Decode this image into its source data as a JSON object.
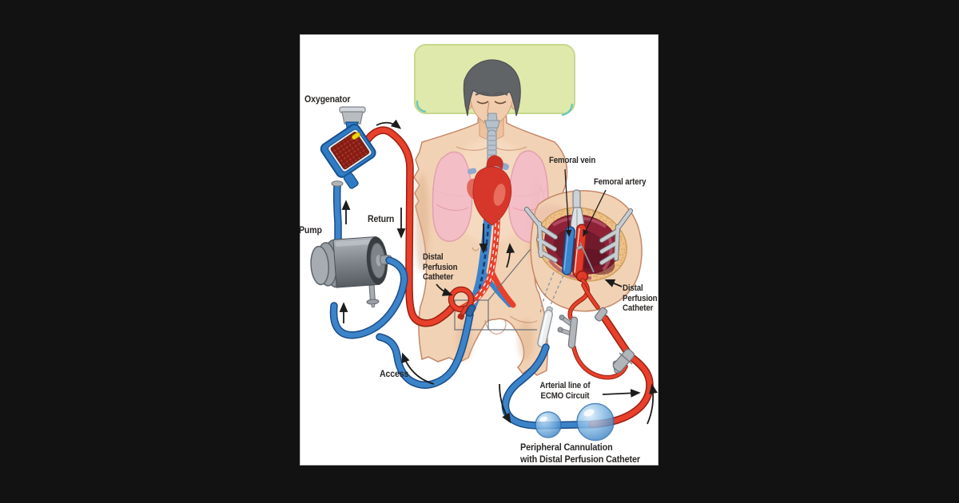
{
  "labels": {
    "oxygenator": "Oxygenator",
    "pump": "Pump",
    "return_line": "Return",
    "access_line": "Access",
    "distal_perfusion_catheter_groin": "Distal\nPerfusion\nCatheter",
    "femoral_vein": "Femoral vein",
    "femoral_artery": "Femoral artery",
    "distal_perfusion_catheter_inset": "Distal\nPerfusion\nCatheter",
    "arterial_line": "Arterial line of\nECMO Circuit",
    "caption": "Peripheral Cannulation\nwith Distal Perfusion Catheter"
  },
  "colors": {
    "background": "#121212",
    "panel": "#ffffff",
    "venous_blue": "#3c84ca",
    "venous_outline": "#1b4d86",
    "arterial_red": "#e8402c",
    "arterial_outline": "#97200f",
    "skin": "#f2d2b4",
    "skin_outline": "#c4886a",
    "pillow_green": "#dfe9ab",
    "label_text": "#2b2826",
    "device_gray": "#b9bdc1",
    "oxygenator_blue": "#2f7bc4",
    "wound_maroon": "#8f2137"
  }
}
